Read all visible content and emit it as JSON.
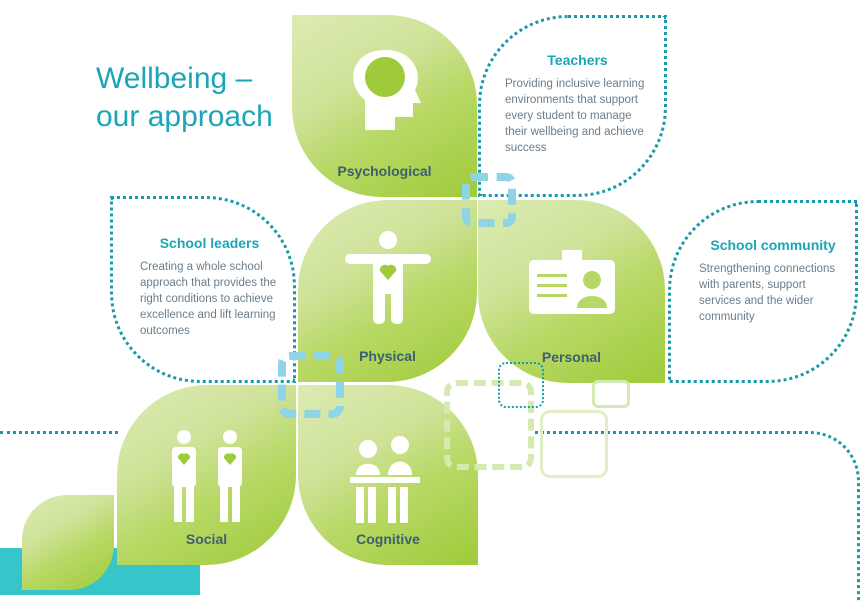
{
  "title_line1": "Wellbeing –",
  "title_line2": "our approach",
  "domains": {
    "psychological": "Psychological",
    "physical": "Physical",
    "personal": "Personal",
    "social": "Social",
    "cognitive": "Cognitive"
  },
  "groups": {
    "teachers": {
      "heading": "Teachers",
      "text": "Providing inclusive learning environments that support every student to manage their wellbeing and achieve success"
    },
    "school_leaders": {
      "heading": "School leaders",
      "text": "Creating a whole school approach that provides the right conditions to achieve excellence and lift learning outcomes"
    },
    "school_community": {
      "heading": "School community",
      "text": "Strengthening connections with parents, support services and the wider community"
    }
  }
}
